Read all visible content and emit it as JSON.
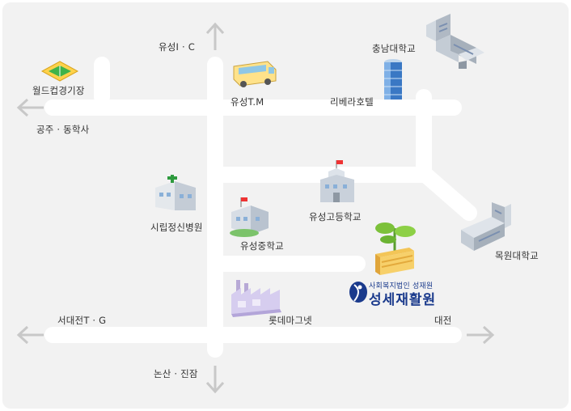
{
  "directions": {
    "north": "유성I · C",
    "west_upper": "공주 · 동학사",
    "west_lower": "서대전T · G",
    "east": "대전",
    "south": "논산 · 진잠"
  },
  "landmarks": {
    "worldcup_stadium": "월드컵경기장",
    "yuseong_terminal": "유성T.M",
    "chungnam_univ": "충남대학교",
    "riviera_hotel": "리베라호텔",
    "city_mental_hospital": "시립정신병원",
    "yuseong_high": "유성고등학교",
    "yuseong_middle": "유성중학교",
    "mokwon_univ": "목원대학교",
    "lotte_mart": "롯데마그넷"
  },
  "logo": {
    "org_type": "사회복지법인 성재원",
    "name": "성세재활원"
  },
  "colors": {
    "background": "#f2f2f2",
    "road": "#ffffff",
    "arrow": "#c8c8c8",
    "label": "#333333",
    "logo_blue": "#1a3a8c"
  }
}
